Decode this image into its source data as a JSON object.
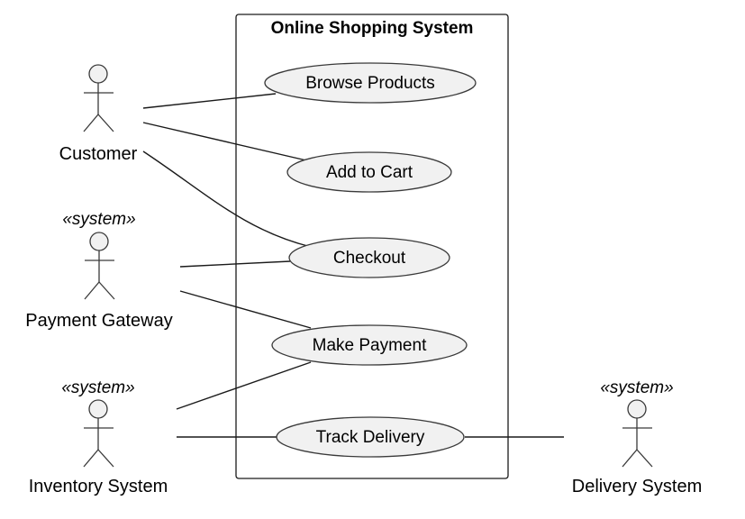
{
  "system": {
    "title": "Online Shopping System"
  },
  "use_cases": [
    {
      "id": "browse",
      "label": "Browse Products"
    },
    {
      "id": "cart",
      "label": "Add to Cart"
    },
    {
      "id": "checkout",
      "label": "Checkout"
    },
    {
      "id": "payment",
      "label": "Make Payment"
    },
    {
      "id": "track",
      "label": "Track Delivery"
    }
  ],
  "actors": [
    {
      "id": "customer",
      "label": "Customer",
      "stereotype": ""
    },
    {
      "id": "gateway",
      "label": "Payment Gateway",
      "stereotype": "«system»"
    },
    {
      "id": "inventory",
      "label": "Inventory System",
      "stereotype": "«system»"
    },
    {
      "id": "delivery",
      "label": "Delivery System",
      "stereotype": "«system»"
    }
  ],
  "associations": [
    {
      "actor": "customer",
      "use_case": "browse"
    },
    {
      "actor": "customer",
      "use_case": "cart"
    },
    {
      "actor": "customer",
      "use_case": "checkout"
    },
    {
      "actor": "gateway",
      "use_case": "checkout"
    },
    {
      "actor": "gateway",
      "use_case": "payment"
    },
    {
      "actor": "inventory",
      "use_case": "payment"
    },
    {
      "actor": "inventory",
      "use_case": "track"
    },
    {
      "actor": "delivery",
      "use_case": "track"
    }
  ],
  "colors": {
    "use_case_fill": "#f1f1f1",
    "stroke": "#3a3a3a"
  }
}
